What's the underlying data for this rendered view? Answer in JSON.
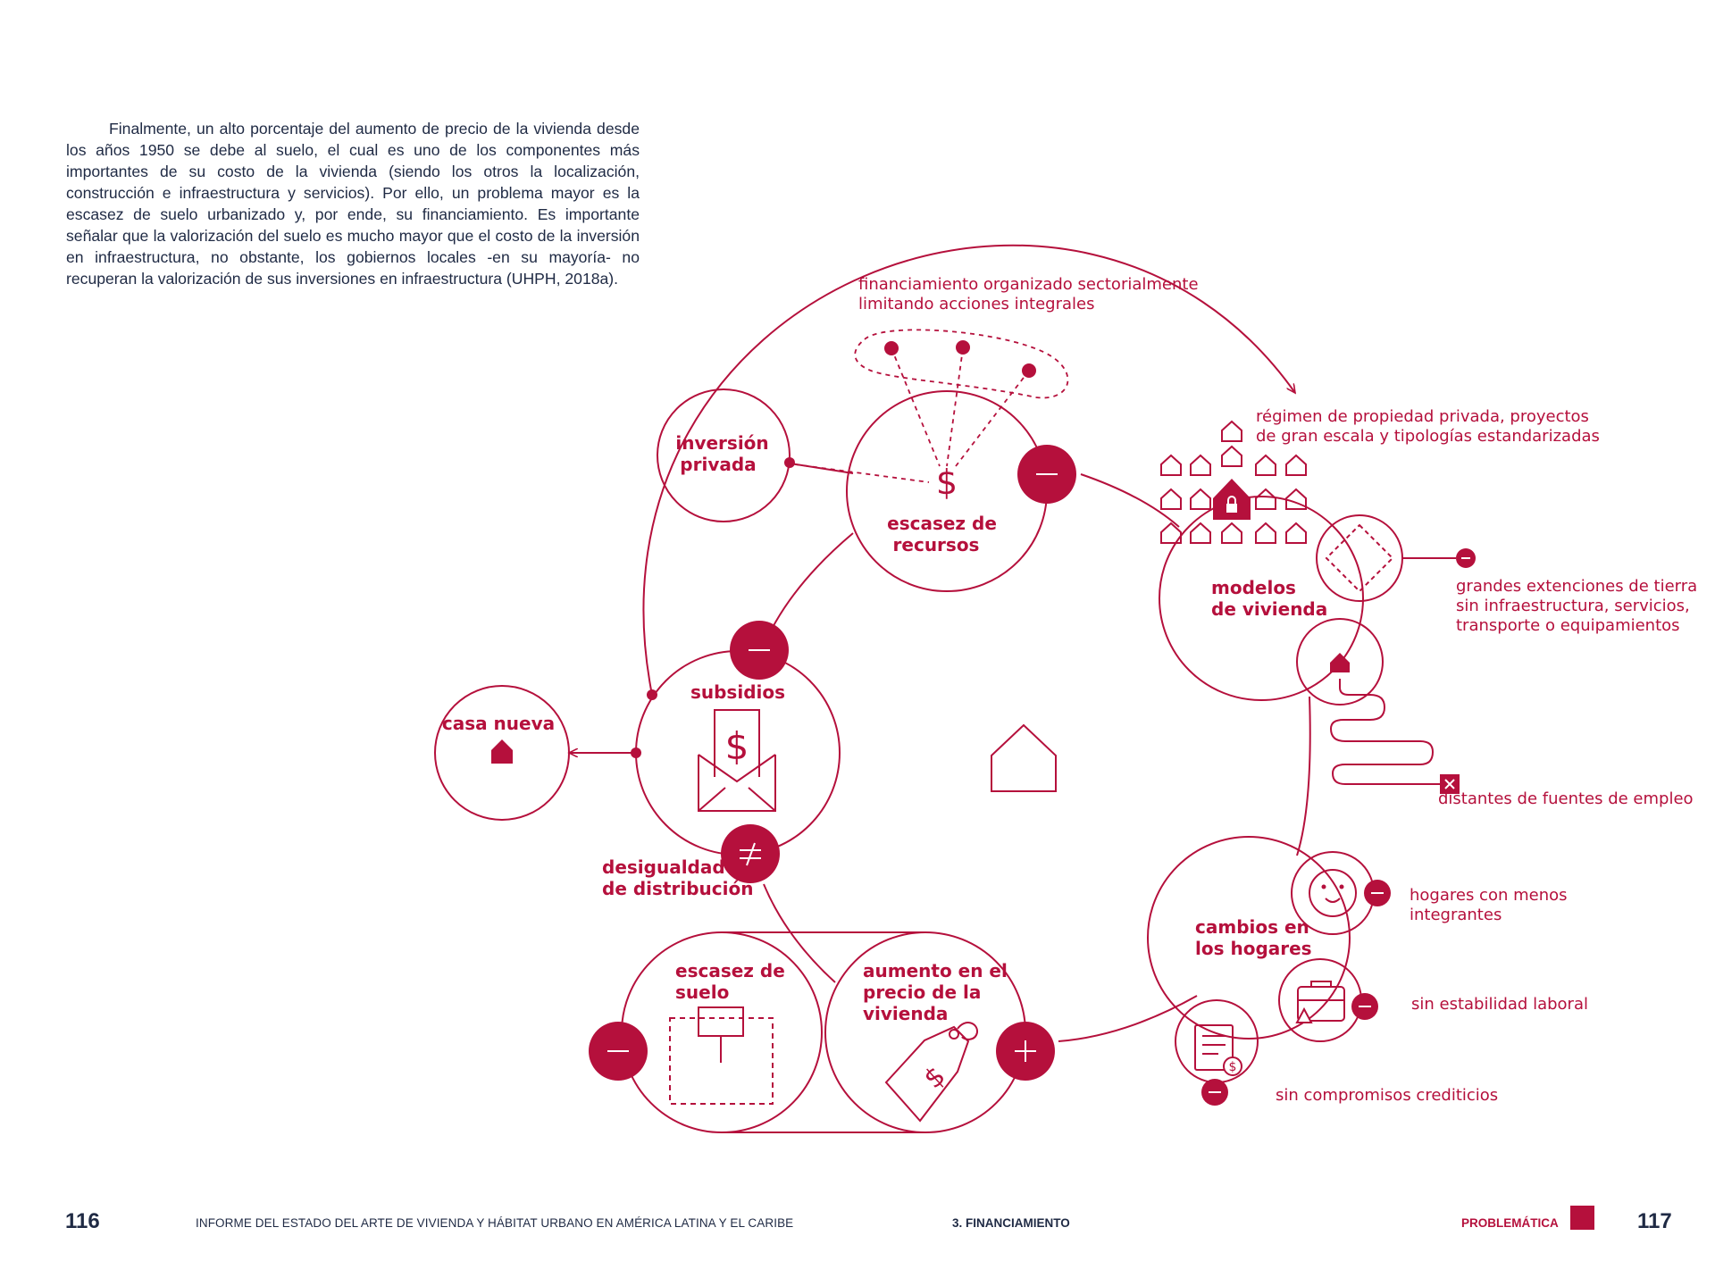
{
  "body_text": "Finalmente, un alto porcentaje del aumento de precio de la vivienda desde los años 1950 se debe al suelo, el cual es uno de los componentes más importantes de su costo de la vivienda (siendo los otros la localización, construcción e infraestructura y servicios). Por ello, un problema mayor es la escasez de suelo urbanizado y, por ende, su financiamiento. Es importante señalar que la valorización del suelo es mucho mayor que el costo de la inversión en infraestructura, no obstante, los gobiernos locales -en su mayoría- no recuperan la valorización de sus inversiones en infraestructura (UHPH, 2018a).",
  "colors": {
    "accent": "#b5103c",
    "text": "#1f2a44"
  },
  "diagram": {
    "financiamiento_note": [
      "financiamiento organizado sectorialmente",
      "limitando acciones integrales"
    ],
    "inversion_privada": [
      "inversión",
      "privada"
    ],
    "escasez_recursos": [
      "escasez de",
      "recursos"
    ],
    "subsidios": "subsidios",
    "casa_nueva": "casa nueva",
    "desigualdad": [
      "desigualdad",
      "de distribución"
    ],
    "escasez_suelo": [
      "escasez de",
      "suelo"
    ],
    "aumento_precio": [
      "aumento en el",
      "precio de la",
      "vivienda"
    ],
    "modelos_vivienda": [
      "modelos",
      "de vivienda"
    ],
    "regimen": [
      "régimen de propiedad privada, proyectos",
      "de gran escala  y tipologías estandarizadas"
    ],
    "grandes_extensiones": [
      "grandes extenciones de tierra",
      "sin infraestructura, servicios,",
      "transporte o equipamientos"
    ],
    "distantes": "distantes de fuentes de empleo",
    "cambios_hogares": [
      "cambios en",
      "los hogares"
    ],
    "hogares_menos": [
      "hogares con menos",
      "integrantes"
    ],
    "sin_estabilidad": "sin estabilidad laboral",
    "sin_compromisos": "sin compromisos crediticios",
    "icons": [
      "dollar-sign-icon",
      "envelope-icon",
      "house-icon",
      "lock-house-icon",
      "price-tag-icon",
      "land-plot-icon",
      "face-icon",
      "briefcase-warning-icon",
      "document-dollar-icon"
    ]
  },
  "footer": {
    "page_left": "116",
    "report_title": "INFORME DEL ESTADO DEL ARTE DE VIVIENDA Y HÁBITAT URBANO EN AMÉRICA LATINA Y EL CARIBE",
    "chapter": "3. FINANCIAMIENTO",
    "section": "PROBLEMÁTICA",
    "page_right": "117"
  }
}
